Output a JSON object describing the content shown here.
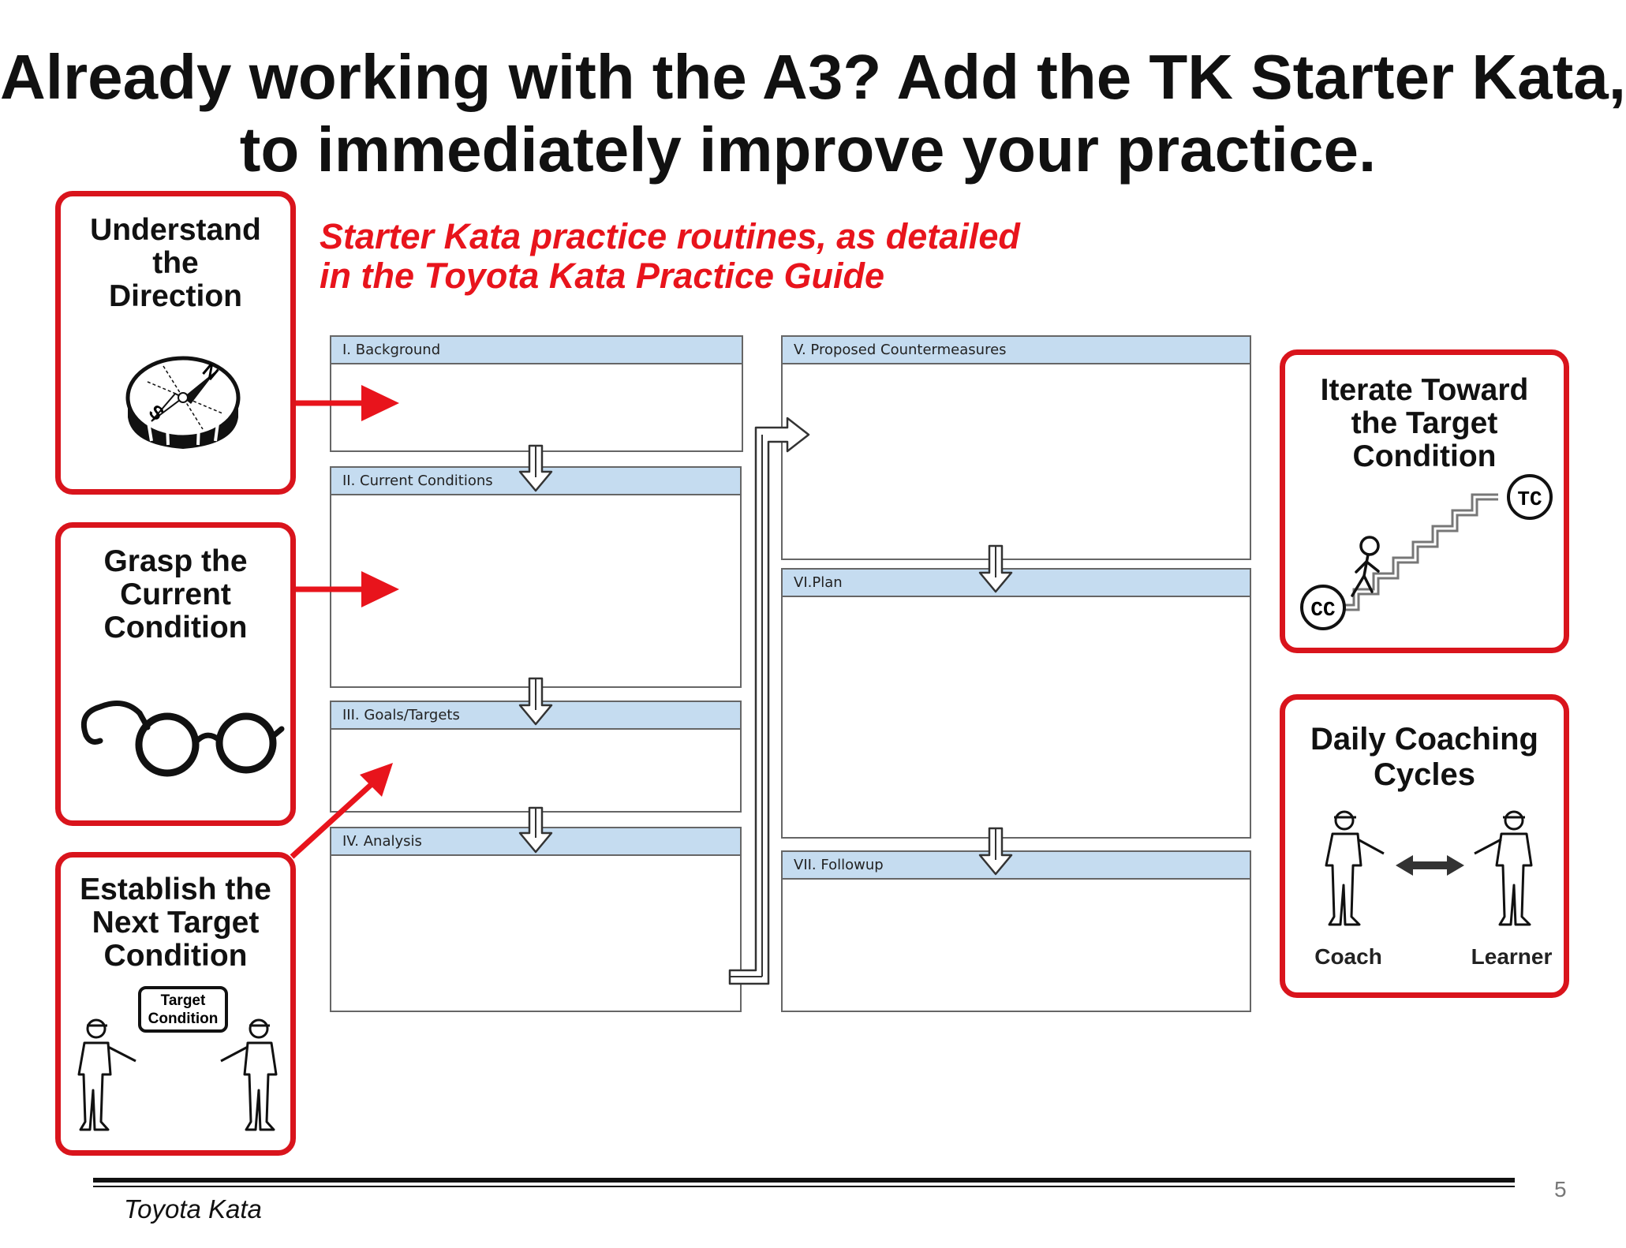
{
  "title": {
    "line1": "Already working with the A3? Add the TK Starter Kata,",
    "line2": "to immediately improve your practice."
  },
  "subtitle": {
    "line1": "Starter Kata practice routines, as detailed",
    "line2": "in the Toyota Kata Practice Guide"
  },
  "steps": {
    "direction": {
      "l1": "Understand",
      "l2": "the",
      "l3": "Direction",
      "icon": "compass-icon"
    },
    "current": {
      "l1": "Grasp the",
      "l2": "Current",
      "l3": "Condition",
      "icon": "glasses-icon"
    },
    "target": {
      "l1": "Establish the",
      "l2": "Next  Target",
      "l3": "Condition",
      "card_l1": "Target",
      "card_l2": "Condition",
      "icon": "people-icon"
    },
    "iterate": {
      "l1": "Iterate  Toward",
      "l2": "the Target",
      "l3": "Condition",
      "cc": "CC",
      "tc": "TC",
      "icon": "staircase-icon"
    },
    "coaching": {
      "l1": "Daily Coaching",
      "l2": "Cycles",
      "coach": "Coach",
      "learner": "Learner",
      "icon": "coach-learner-icon"
    }
  },
  "a3": {
    "background": "I. Background",
    "current": "II. Current Conditions",
    "goals": "III. Goals/Targets",
    "analysis": "IV. Analysis",
    "countermeasures": "V. Proposed Countermeasures",
    "plan": "VI.Plan",
    "followup": "VII. Followup"
  },
  "colors": {
    "accent_red": "#d9141c",
    "header_blue": "#c5dcf0"
  },
  "footer": {
    "brand": "Toyota Kata",
    "page": "5"
  }
}
